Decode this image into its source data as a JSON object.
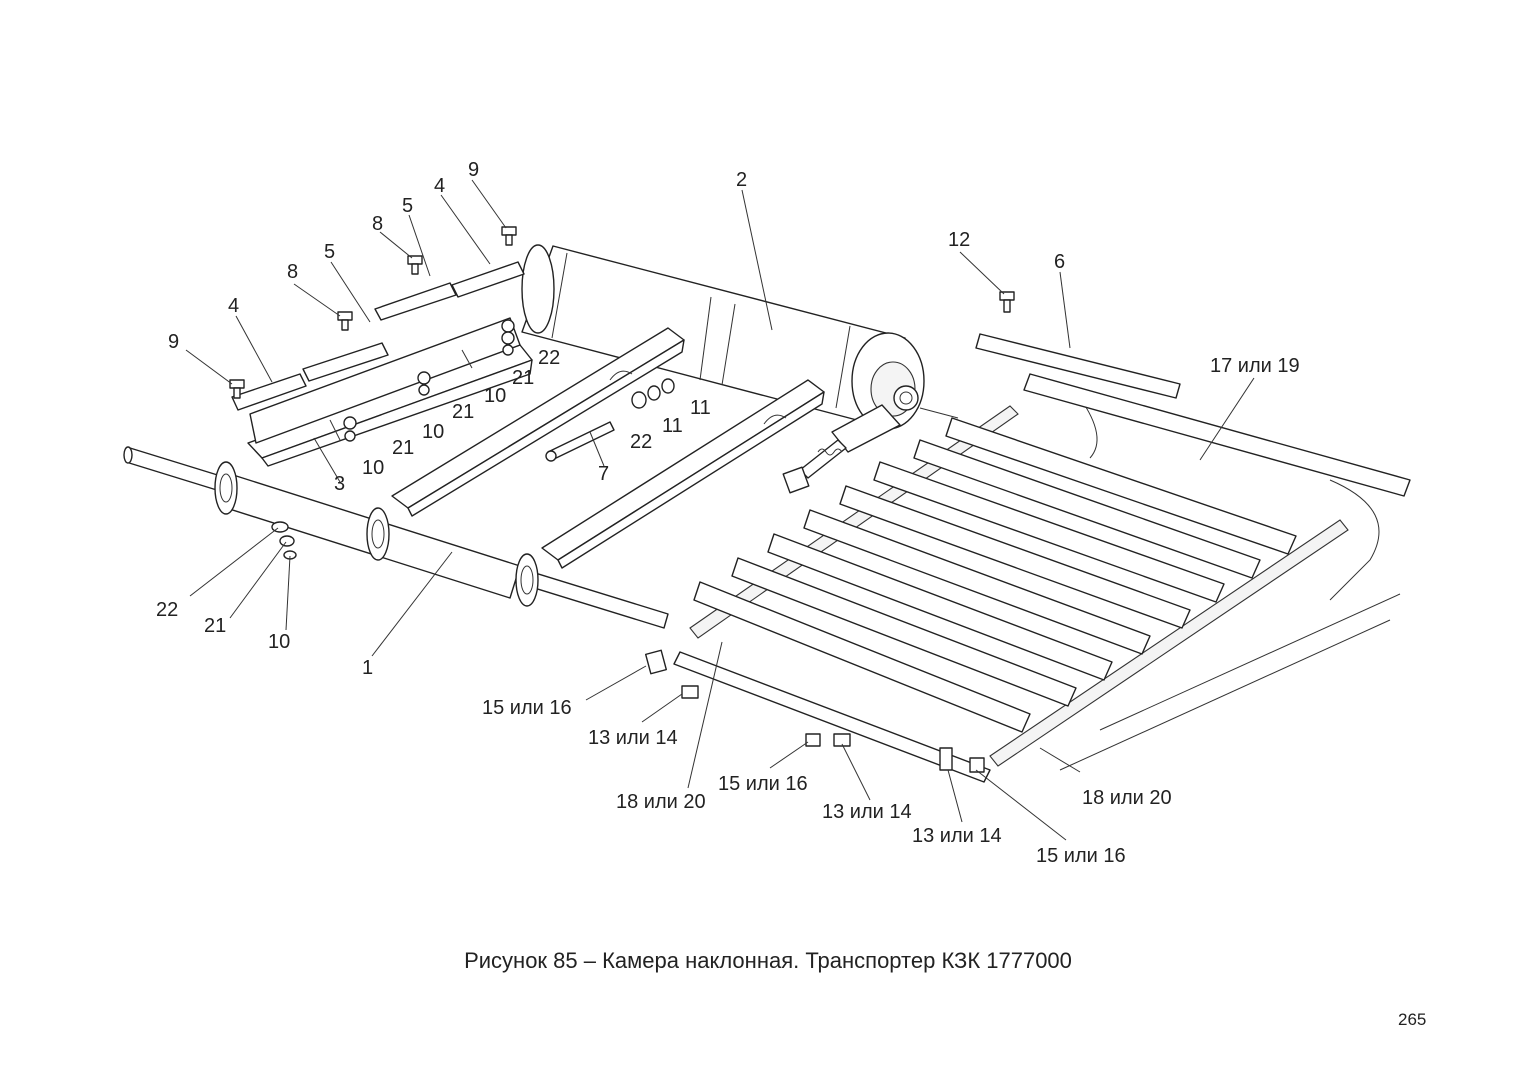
{
  "caption": "Рисунок 85 – Камера наклонная. Транспортер КЗК 1777000",
  "page_number": "265",
  "callouts": [
    {
      "id": "c-2",
      "text": "2",
      "part": "drum"
    },
    {
      "id": "c-9a",
      "text": "9",
      "part": "bolt"
    },
    {
      "id": "c-4a",
      "text": "4",
      "part": "plate"
    },
    {
      "id": "c-5a",
      "text": "5",
      "part": "strip"
    },
    {
      "id": "c-8a",
      "text": "8",
      "part": "bolt"
    },
    {
      "id": "c-5b",
      "text": "5",
      "part": "strip"
    },
    {
      "id": "c-8b",
      "text": "8",
      "part": "bolt"
    },
    {
      "id": "c-4b",
      "text": "4",
      "part": "plate"
    },
    {
      "id": "c-9b",
      "text": "9",
      "part": "bolt"
    },
    {
      "id": "c-22a",
      "text": "22",
      "part": "washer"
    },
    {
      "id": "c-21a",
      "text": "21",
      "part": "washer"
    },
    {
      "id": "c-10a",
      "text": "10",
      "part": "nut"
    },
    {
      "id": "c-21b",
      "text": "21",
      "part": "washer"
    },
    {
      "id": "c-10b",
      "text": "10",
      "part": "nut"
    },
    {
      "id": "c-21c",
      "text": "21",
      "part": "washer"
    },
    {
      "id": "c-10c",
      "text": "10",
      "part": "nut"
    },
    {
      "id": "c-3",
      "text": "3",
      "part": "bracket"
    },
    {
      "id": "c-7",
      "text": "7",
      "part": "pin"
    },
    {
      "id": "c-22b",
      "text": "22",
      "part": "washer"
    },
    {
      "id": "c-11a",
      "text": "11",
      "part": "nut"
    },
    {
      "id": "c-11b",
      "text": "11",
      "part": "nut"
    },
    {
      "id": "c-12",
      "text": "12",
      "part": "bolt"
    },
    {
      "id": "c-6",
      "text": "6",
      "part": "slat"
    },
    {
      "id": "c-17-19",
      "text": "17 или 19",
      "part": "slat"
    },
    {
      "id": "c-22c",
      "text": "22",
      "part": "washer"
    },
    {
      "id": "c-21d",
      "text": "21",
      "part": "washer"
    },
    {
      "id": "c-10d",
      "text": "10",
      "part": "nut"
    },
    {
      "id": "c-1",
      "text": "1",
      "part": "shaft"
    },
    {
      "id": "c-15-16a",
      "text": "15 или 16",
      "part": "link"
    },
    {
      "id": "c-13-14a",
      "text": "13 или 14",
      "part": "link"
    },
    {
      "id": "c-18-20a",
      "text": "18 или 20",
      "part": "chain"
    },
    {
      "id": "c-15-16b",
      "text": "15 или 16",
      "part": "link"
    },
    {
      "id": "c-13-14b",
      "text": "13 или 14",
      "part": "link"
    },
    {
      "id": "c-13-14c",
      "text": "13 или 14",
      "part": "link"
    },
    {
      "id": "c-15-16c",
      "text": "15 или 16",
      "part": "link"
    },
    {
      "id": "c-18-20b",
      "text": "18 или 20",
      "part": "chain"
    }
  ]
}
